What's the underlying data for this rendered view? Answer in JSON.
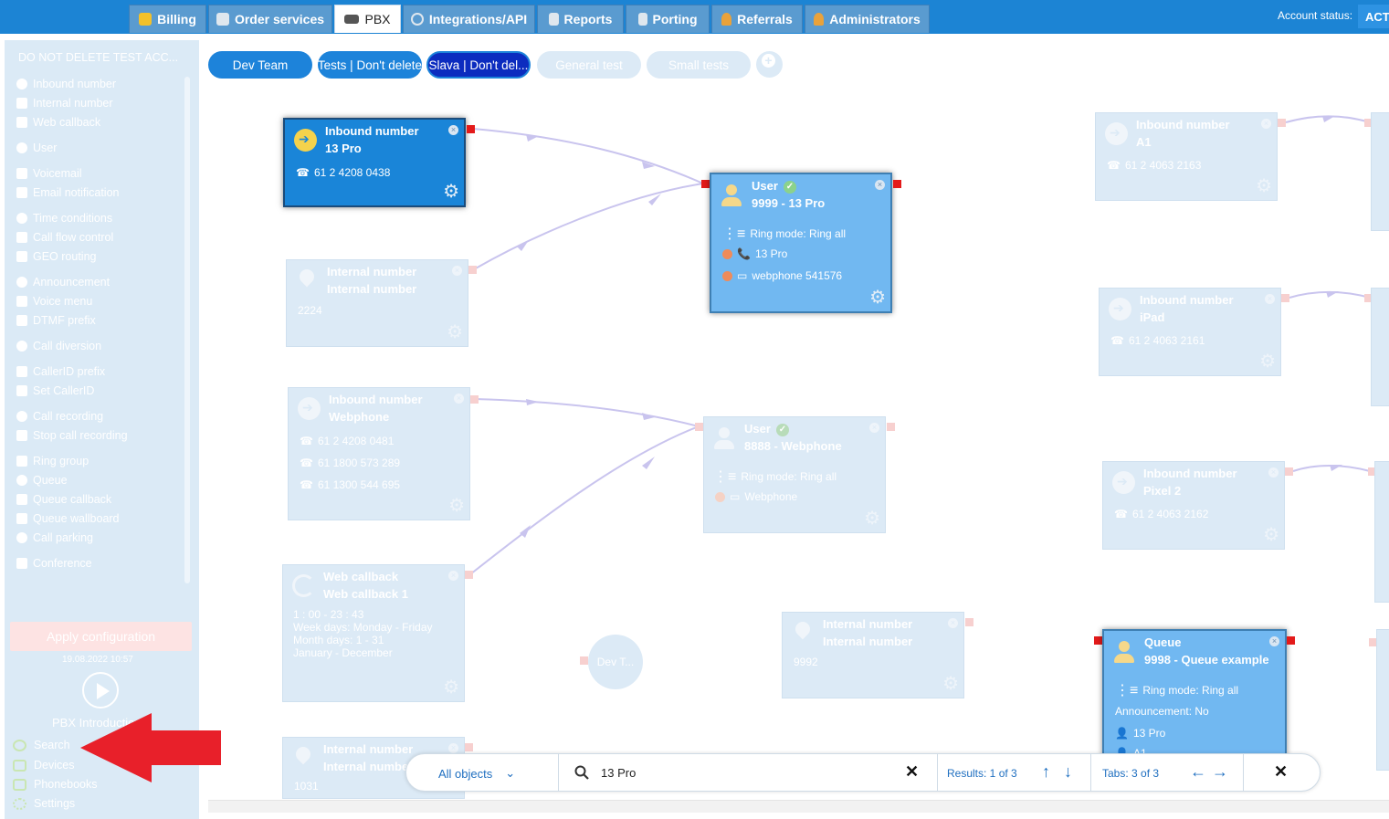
{
  "topnav": {
    "tabs": [
      {
        "label": "Billing",
        "icon": "coins-icon"
      },
      {
        "label": "Order services",
        "icon": "cart-icon"
      },
      {
        "label": "PBX",
        "icon": "pbx-icon",
        "active": true
      },
      {
        "label": "Integrations/API",
        "icon": "cog-icon"
      },
      {
        "label": "Reports",
        "icon": "report-icon"
      },
      {
        "label": "Porting",
        "icon": "phone-icon"
      },
      {
        "label": "Referrals",
        "icon": "person-icon"
      },
      {
        "label": "Administrators",
        "icon": "admin-icon"
      }
    ],
    "account_status_label": "Account status:",
    "account_status_value": "ACTIVE"
  },
  "sidebar": {
    "title": "DO NOT DELETE TEST ACC...",
    "items": [
      {
        "label": "Inbound number",
        "icon": "arrow-circle-icon"
      },
      {
        "label": "Internal number",
        "icon": "pin-icon"
      },
      {
        "label": "Web callback",
        "icon": "callback-icon"
      },
      {
        "label": "User",
        "icon": "user-icon"
      },
      {
        "label": "Voicemail",
        "icon": "mail-icon"
      },
      {
        "label": "Email notification",
        "icon": "bell-icon"
      },
      {
        "label": "Time conditions",
        "icon": "clock-icon"
      },
      {
        "label": "Call flow control",
        "icon": "toggle-icon"
      },
      {
        "label": "GEO routing",
        "icon": "sitemap-icon"
      },
      {
        "label": "Announcement",
        "icon": "megaphone-icon"
      },
      {
        "label": "Voice menu",
        "icon": "grid-icon"
      },
      {
        "label": "DTMF prefix",
        "icon": "code-icon"
      },
      {
        "label": "Call diversion",
        "icon": "redo-icon"
      },
      {
        "label": "CallerID prefix",
        "icon": "list-icon"
      },
      {
        "label": "Set CallerID",
        "icon": "id-card-icon"
      },
      {
        "label": "Call recording",
        "icon": "mic-icon"
      },
      {
        "label": "Stop call recording",
        "icon": "mic-off-icon"
      },
      {
        "label": "Ring group",
        "icon": "users-icon"
      },
      {
        "label": "Queue",
        "icon": "user-plus-icon"
      },
      {
        "label": "Queue callback",
        "icon": "share-icon"
      },
      {
        "label": "Queue wallboard",
        "icon": "table-icon"
      },
      {
        "label": "Call parking",
        "icon": "parking-icon"
      },
      {
        "label": "Conference",
        "icon": "chat-icon"
      }
    ],
    "apply_label": "Apply configuration",
    "apply_date": "19.08.2022 10:57",
    "intro_label": "PBX Introduction",
    "bottom": [
      {
        "label": "Search",
        "icon": "search-icon"
      },
      {
        "label": "Devices",
        "icon": "devices-icon"
      },
      {
        "label": "Phonebooks",
        "icon": "book-icon"
      },
      {
        "label": "Settings",
        "icon": "gear-icon"
      }
    ]
  },
  "canvas_tabs": [
    {
      "label": "Dev Team"
    },
    {
      "label": "Tests | Don't delete"
    },
    {
      "label": "Slava | Don't del..."
    },
    {
      "label": "General test"
    },
    {
      "label": "Small tests"
    }
  ],
  "nodes": {
    "inbound_13pro": {
      "type": "Inbound number",
      "name": "13 Pro",
      "lines": [
        "61 2 4208 0438"
      ]
    },
    "internal_1": {
      "type": "Internal number",
      "name": "Internal number",
      "lines": [
        "2224"
      ]
    },
    "inbound_webphone": {
      "type": "Inbound number",
      "name": "Webphone",
      "lines": [
        "61 2 4208 0481",
        "61 1800 573 289",
        "61 1300 544 695"
      ]
    },
    "webcallback": {
      "type": "Web callback",
      "name": "Web callback 1",
      "lines": [
        "1 : 00 - 23 : 43",
        "Week days: Monday - Friday",
        "Month days: 1 - 31",
        "January - December"
      ]
    },
    "internal_2": {
      "type": "Internal number",
      "name": "Internal number",
      "lines": [
        "1031"
      ]
    },
    "user_9999": {
      "type": "User",
      "name": "9999 - 13 Pro",
      "ring": "Ring mode: Ring all",
      "devices": [
        "13 Pro",
        "webphone 541576"
      ]
    },
    "user_8888": {
      "type": "User",
      "name": "8888 - Webphone",
      "ring": "Ring mode: Ring all",
      "devices": [
        "Webphone"
      ]
    },
    "dev_team": {
      "label": "Dev T..."
    },
    "internal_3": {
      "type": "Internal number",
      "name": "Internal number",
      "lines": [
        "9992"
      ]
    },
    "inbound_a1": {
      "type": "Inbound number",
      "name": "A1",
      "lines": [
        "61 2 4063 2163"
      ]
    },
    "inbound_ipad": {
      "type": "Inbound number",
      "name": "iPad",
      "lines": [
        "61 2 4063 2161"
      ]
    },
    "inbound_pixel": {
      "type": "Inbound number",
      "name": "Pixel 2",
      "lines": [
        "61 2 4063 2162"
      ]
    },
    "queue": {
      "type": "Queue",
      "name": "9998 - Queue example",
      "ring": "Ring mode: Ring all",
      "announcement": "Announcement: No",
      "member": "13 Pro",
      "member2": "A1"
    }
  },
  "search": {
    "scope": "All objects",
    "query": "13 Pro",
    "results": "Results: 1 of 3",
    "tabs": "Tabs: 3 of 3"
  },
  "colors": {
    "topbar": "#1c84d4",
    "accent": "#1d83da",
    "sidebar": "#dbeaf6",
    "highlight_port": "#e31a1a",
    "arrow": "#e8202a"
  }
}
